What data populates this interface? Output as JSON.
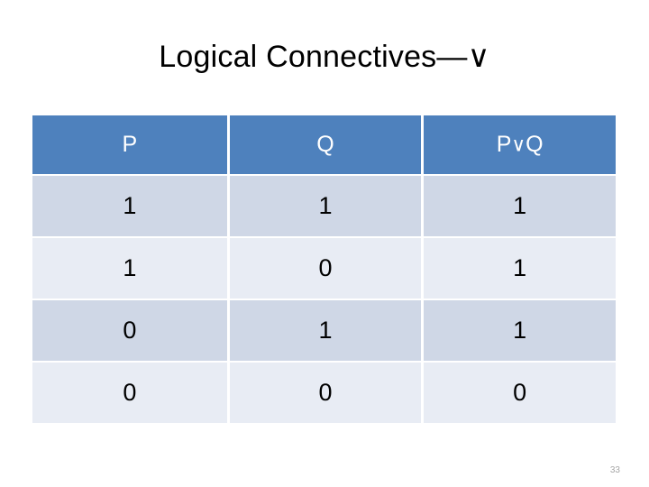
{
  "slide": {
    "title": "Logical Connectives—∨",
    "number": "33",
    "background_color": "#FFFFFF",
    "title_color": "#000000"
  },
  "table": {
    "header_background": "#4E81BD",
    "header_text_color": "#FFFFFF",
    "band_dark": "#CFD7E6",
    "band_light": "#E8ECF4",
    "gridline_color": "#FFFFFF",
    "headers": [
      "P",
      "Q",
      "P∨Q"
    ],
    "header_parts": [
      {
        "left": "P",
        "op": "",
        "right": ""
      },
      {
        "left": "Q",
        "op": "",
        "right": ""
      },
      {
        "left": "P",
        "op": "∨",
        "right": "Q"
      }
    ],
    "rows": [
      {
        "p": "1",
        "q": "1",
        "result": "1"
      },
      {
        "p": "1",
        "q": "0",
        "result": "1"
      },
      {
        "p": "0",
        "q": "1",
        "result": "1"
      },
      {
        "p": "0",
        "q": "0",
        "result": "0"
      }
    ]
  }
}
